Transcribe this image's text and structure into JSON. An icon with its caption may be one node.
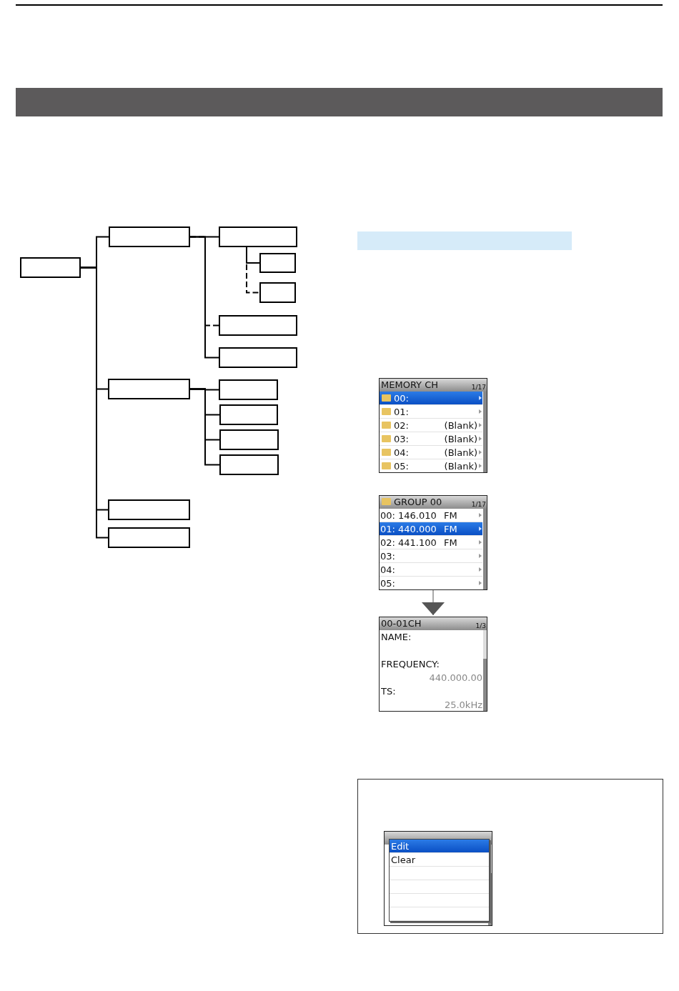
{
  "diagram": {
    "nodes": [
      {
        "text": [],
        "shape": "bar"
      },
      {
        "text": [],
        "shape": "box"
      },
      {
        "text": [],
        "shape": "box"
      },
      {
        "text": [],
        "shape": "box"
      },
      {
        "text": [],
        "shape": "box"
      },
      {
        "text": [],
        "shape": "box"
      },
      {
        "text": [],
        "shape": "box"
      },
      {
        "text": [],
        "shape": "box"
      },
      {
        "text": [],
        "shape": "box"
      },
      {
        "text": [],
        "shape": "box"
      },
      {
        "text": [],
        "shape": "box"
      },
      {
        "text": [],
        "shape": "box"
      },
      {
        "text": [],
        "shape": "box"
      },
      {
        "text": [],
        "shape": "box"
      },
      {
        "text": [],
        "shape": "box"
      },
      {
        "text": [],
        "shape": "bar"
      },
      {
        "text": [
          "MEMORY CH",
          "1/17",
          "00:",
          "01:",
          "02:",
          "(Blank)",
          "03:",
          "(Blank)",
          "04:",
          "(Blank)",
          "05:",
          "(Blank)"
        ]
      },
      {
        "text": [
          "GROUP 00",
          "1/17",
          "00: 146.010",
          "FM",
          "01: 440.000",
          "FM",
          "02: 441.100",
          "FM",
          "03:",
          "04:",
          "05:"
        ]
      },
      {
        "text": [
          "00-01CH",
          "1/3",
          "NAME:",
          "FREQUENCY:",
          "440.000.00",
          "TS:",
          "25.0kHz"
        ]
      },
      {
        "text": [],
        "shape": "box"
      },
      {
        "text": [
          "Edit",
          "Clear"
        ],
        "in": 19
      }
    ],
    "edges": [
      {
        "from": 1,
        "to": 2,
        "arrow": "none"
      },
      {
        "from": 1,
        "to": 8,
        "arrow": "none"
      },
      {
        "from": 1,
        "to": 13,
        "arrow": "none"
      },
      {
        "from": 1,
        "to": 14,
        "arrow": "none"
      },
      {
        "from": 2,
        "to": 3,
        "arrow": "none"
      },
      {
        "from": 2,
        "to": 6,
        "arrow": "none",
        "style": "dashed"
      },
      {
        "from": 2,
        "to": 7,
        "arrow": "none"
      },
      {
        "from": 3,
        "to": 4,
        "arrow": "none"
      },
      {
        "from": 3,
        "to": 5,
        "arrow": "none",
        "style": "dashed"
      },
      {
        "from": 8,
        "to": 9,
        "arrow": "none"
      },
      {
        "from": 8,
        "to": 10,
        "arrow": "none"
      },
      {
        "from": 8,
        "to": 11,
        "arrow": "none"
      },
      {
        "from": 8,
        "to": 12,
        "arrow": "none"
      },
      {
        "from": 17,
        "to": 18,
        "arrow": "to"
      }
    ]
  }
}
